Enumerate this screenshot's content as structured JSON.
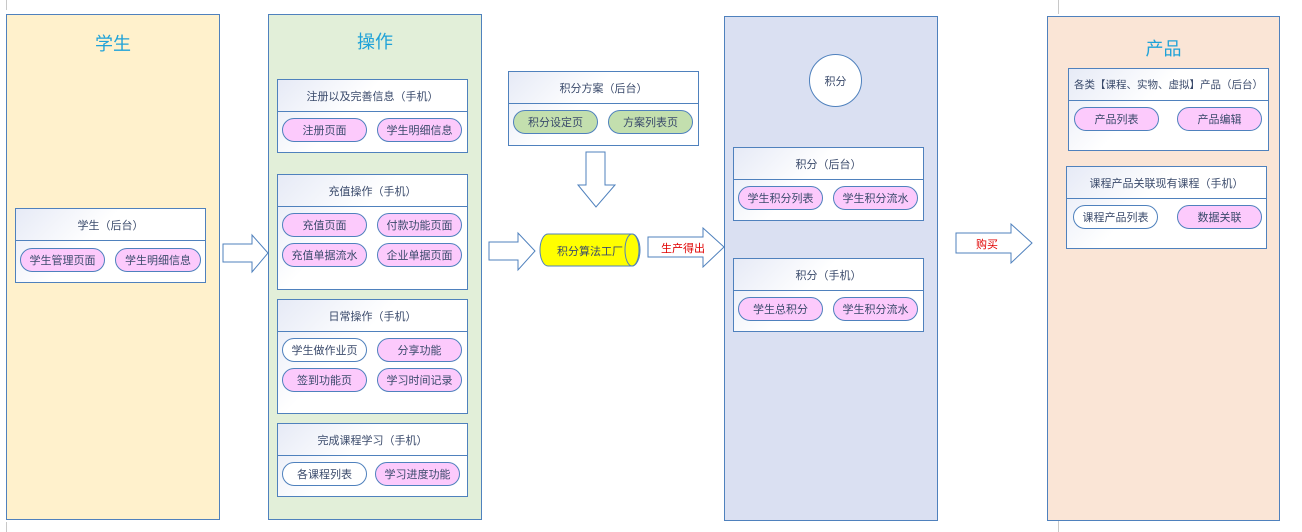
{
  "lanes": {
    "student": {
      "title": "学生",
      "color": "#fff1cc",
      "groups": [
        {
          "title": "学生（后台）",
          "items": [
            {
              "label": "学生管理页面",
              "style": "pink"
            },
            {
              "label": "学生明细信息",
              "style": "pink"
            }
          ]
        }
      ]
    },
    "operation": {
      "title": "操作",
      "color": "#e2efd9",
      "groups": [
        {
          "title": "注册以及完善信息（手机）",
          "items": [
            {
              "label": "注册页面",
              "style": "pink"
            },
            {
              "label": "学生明细信息",
              "style": "pink"
            }
          ]
        },
        {
          "title": "充值操作（手机）",
          "items": [
            {
              "label": "充值页面",
              "style": "pink"
            },
            {
              "label": "付款功能页面",
              "style": "pink"
            },
            {
              "label": "充值单据流水",
              "style": "pink"
            },
            {
              "label": "企业单据页面",
              "style": "pink"
            }
          ]
        },
        {
          "title": "日常操作（手机）",
          "items": [
            {
              "label": "学生做作业页",
              "style": "white"
            },
            {
              "label": "分享功能",
              "style": "pink"
            },
            {
              "label": "签到功能页",
              "style": "pink"
            },
            {
              "label": "学习时间记录",
              "style": "pink"
            }
          ]
        },
        {
          "title": "完成课程学习（手机）",
          "items": [
            {
              "label": "各课程列表",
              "style": "white"
            },
            {
              "label": "学习进度功能",
              "style": "pink"
            }
          ]
        }
      ]
    },
    "points": {
      "title": "积分",
      "color": "#dae0f2",
      "groups": [
        {
          "title": "积分（后台）",
          "items": [
            {
              "label": "学生积分列表",
              "style": "pink"
            },
            {
              "label": "学生积分流水",
              "style": "pink"
            }
          ]
        },
        {
          "title": "积分（手机）",
          "items": [
            {
              "label": "学生总积分",
              "style": "pink"
            },
            {
              "label": "学生积分流水",
              "style": "pink"
            }
          ]
        }
      ]
    },
    "product": {
      "title": "产品",
      "color": "#fae5d6",
      "groups": [
        {
          "title": "各类【课程、实物、虚拟】产品（后台）",
          "items": [
            {
              "label": "产品列表",
              "style": "pink"
            },
            {
              "label": "产品编辑",
              "style": "pink"
            }
          ]
        },
        {
          "title": "课程产品关联现有课程（手机）",
          "items": [
            {
              "label": "课程产品列表",
              "style": "white"
            },
            {
              "label": "数据关联",
              "style": "pink"
            }
          ]
        }
      ]
    }
  },
  "scheme": {
    "title": "积分方案（后台）",
    "items": [
      {
        "label": "积分设定页",
        "style": "green"
      },
      {
        "label": "方案列表页",
        "style": "green"
      }
    ]
  },
  "factory": {
    "label": "积分算法工厂",
    "color": "#ffff00"
  },
  "arrows": {
    "produce": "生产得出",
    "buy": "购买"
  },
  "colors": {
    "border": "#4f81bd",
    "title_text": "#1fa2d8",
    "pill_pink": "#fccafc",
    "pill_green": "#c3dfae",
    "arrow_label": "#e00000"
  }
}
